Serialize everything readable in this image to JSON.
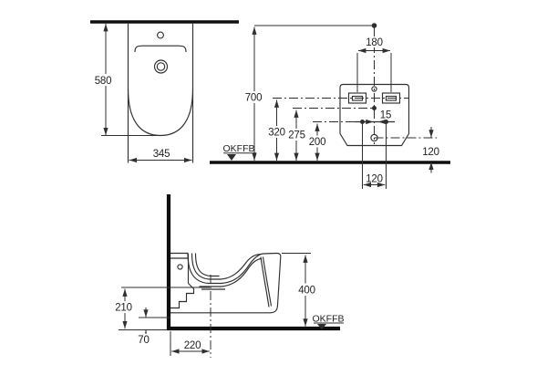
{
  "front_view": {
    "height": "580",
    "width": "345"
  },
  "installation_view": {
    "hole_spacing": "180",
    "overall_height": "700",
    "hole_height": "320",
    "connection_height": "275",
    "supply_height": "200",
    "supply_offset": "15",
    "outlet_offset_height": "120",
    "outlet_spacing": "120",
    "floor_label": "OKFFB"
  },
  "side_view": {
    "height": "400",
    "basin_bottom_height": "210",
    "bottom_clearance": "70",
    "outlet_distance": "220",
    "floor_label": "OKFFB"
  },
  "colors": {
    "line": "#2f2f2f",
    "thick": "#0f0f0f",
    "text": "#1f1f1f",
    "background": "#ffffff"
  }
}
